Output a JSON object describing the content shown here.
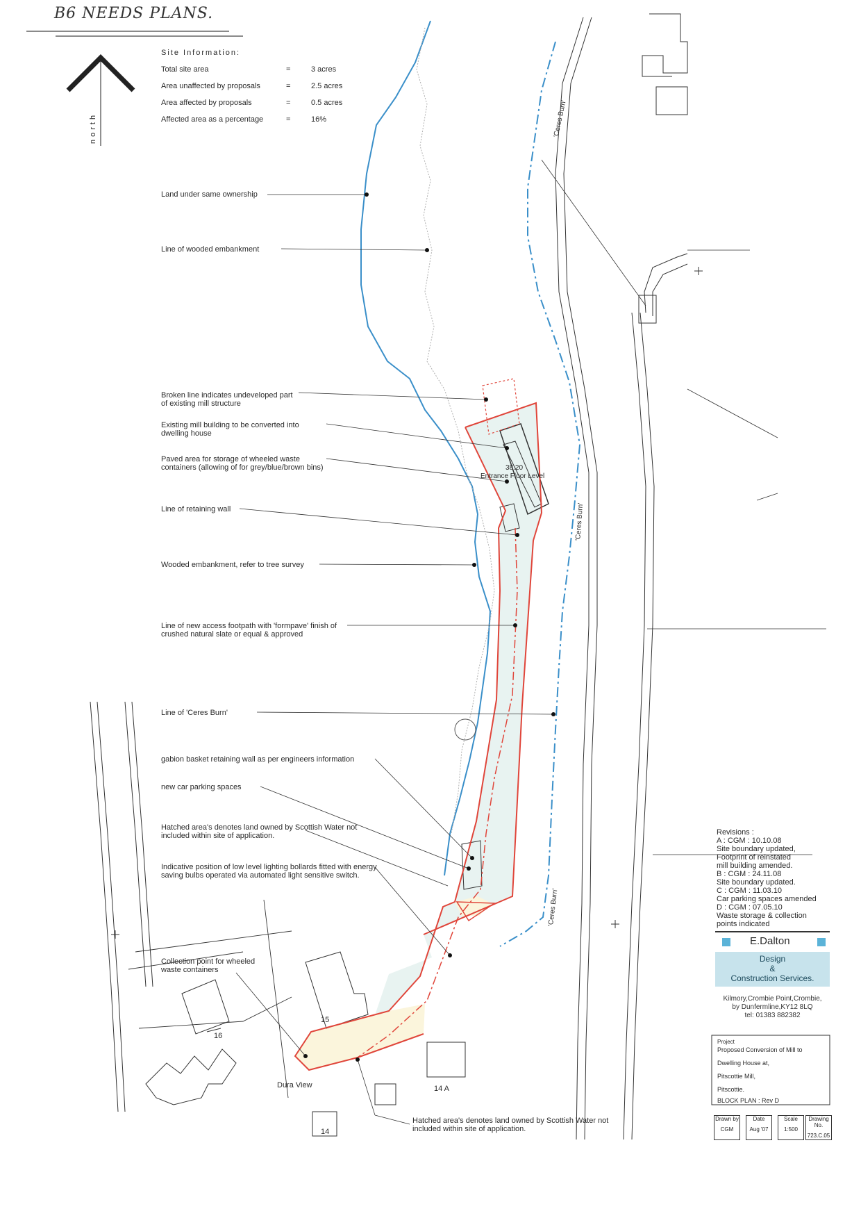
{
  "header_note": "B6 NEEDS PLANS.",
  "north_label": "north",
  "site_information": {
    "title": "Site Information:",
    "rows": [
      {
        "label": "Total site area",
        "eq": "=",
        "value": "3 acres"
      },
      {
        "label": "Area unaffected by proposals",
        "eq": "=",
        "value": "2.5 acres"
      },
      {
        "label": "Area affected by proposals",
        "eq": "=",
        "value": "0.5 acres"
      },
      {
        "label": "Affected area as a percentage",
        "eq": "=",
        "value": "16%"
      }
    ]
  },
  "annotations": [
    "Land under same ownership",
    "Line of wooded embankment",
    "Broken line indicates undeveloped part of existing mill structure",
    "Existing mill building to be converted into dwelling house",
    "Paved area for storage of wheeled waste containers (allowing of for grey/blue/brown bins)",
    "Line of retaining wall",
    "Wooded embankment, refer to tree survey",
    "Line of new access footpath with 'formpave' finish of crushed natural slate or equal & approved",
    "Line of 'Ceres Burn'",
    "gabion basket retaining wall as per engineers information",
    "new car parking spaces",
    "Hatched area's denotes land owned by Scottish Water not included within site of application.",
    "Indicative position of low level lighting bollards fitted with energy saving bulbs operated via automated light sensitive switch.",
    "Collection point for wheeled waste containers",
    "Hatched area's denotes land owned by Scottish Water not included within site of application."
  ],
  "map_labels": {
    "ceres_burn_1": "'Ceres Burn'",
    "ceres_burn_2": "'Ceres Burn'",
    "ceres_burn_3": "'Ceres Burn'",
    "level_value": "38.20",
    "level_label": "Entrance Floor Level",
    "plot_16": "16",
    "plot_15": "15",
    "plot_14a": "14 A",
    "plot_14": "14",
    "dura_view": "Dura View"
  },
  "revisions": {
    "title": "Revisions :",
    "lines": [
      "A  :  CGM  :  10.10.08",
      "Site boundary updated,",
      "Footprint of reinstated",
      "mill building amended.",
      "B  :  CGM  :  24.11.08",
      "Site boundary updated.",
      "C  :  CGM  :  11.03.10",
      "Car parking spaces amended",
      "D  :  CGM  :  07.05.10",
      "Waste storage & collection",
      "points indicated"
    ]
  },
  "company": {
    "name": "E.Dalton",
    "line1": "Design",
    "line2": "&",
    "line3": "Construction Services.",
    "address1": "Kilmory,Crombie Point,Crombie,",
    "address2": "by Dunfermline,KY12 8LQ",
    "tel": "tel: 01383 882382"
  },
  "project": {
    "label": "Project",
    "line1": "Proposed Conversion of Mill to",
    "line2": "Dwelling House at,",
    "line3": "Pitscottie Mill,",
    "line4": "Pitscottie.",
    "line5": "BLOCK PLAN  :  Rev  D"
  },
  "title_block": [
    {
      "label": "Drawn by",
      "value": "CGM"
    },
    {
      "label": "Date",
      "value": "Aug '07"
    },
    {
      "label": "Scale",
      "value": "1:500"
    },
    {
      "label": "Drawing No.",
      "value": "723.C.05"
    }
  ],
  "colors": {
    "site_boundary": "#e0453a",
    "burn": "#3a8fc9",
    "boundary_fill": "#e8f3f1",
    "hatch_fill": "#fbf5dc",
    "logo_fill": "#c7e3ec"
  }
}
